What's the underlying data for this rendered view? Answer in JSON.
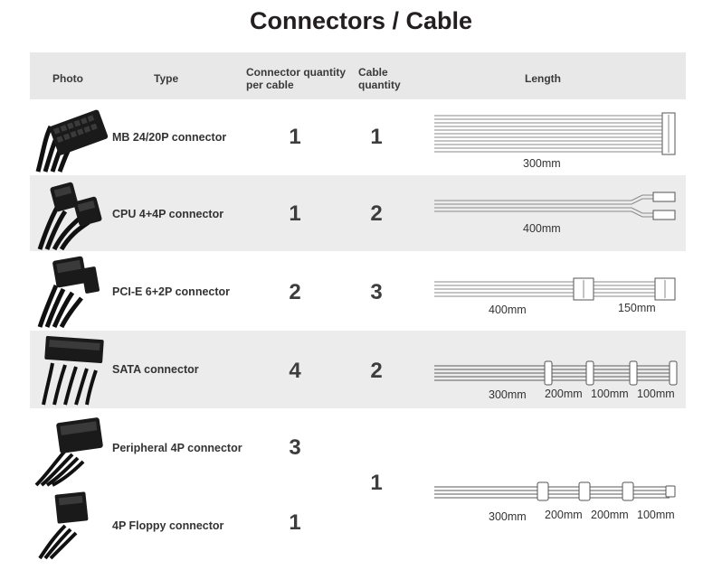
{
  "title": "Connectors / Cable",
  "headers": {
    "photo": "Photo",
    "type": "Type",
    "connector_qty_line1": "Connector quantity",
    "connector_qty_line2": "per cable",
    "cable_qty_line1": "Cable",
    "cable_qty_line2": "quantity",
    "length": "Length"
  },
  "rows": [
    {
      "type": "MB 24/20P connector",
      "connector_qty": "1",
      "cable_qty": "1",
      "lengths": [
        "300mm"
      ]
    },
    {
      "type": "CPU 4+4P connector",
      "connector_qty": "1",
      "cable_qty": "2",
      "lengths": [
        "400mm"
      ]
    },
    {
      "type": "PCI-E 6+2P connector",
      "connector_qty": "2",
      "cable_qty": "3",
      "lengths": [
        "400mm",
        "150mm"
      ]
    },
    {
      "type": "SATA connector",
      "connector_qty": "4",
      "cable_qty": "2",
      "lengths": [
        "300mm",
        "200mm",
        "100mm",
        "100mm"
      ]
    },
    {
      "type": "Peripheral 4P connector",
      "connector_qty": "3",
      "cable_qty": "1",
      "lengths": [
        "300mm",
        "200mm",
        "200mm",
        "100mm"
      ]
    },
    {
      "type": "4P Floppy connector",
      "connector_qty": "1",
      "cable_qty": "",
      "lengths": []
    }
  ],
  "colors": {
    "band": "#ececec",
    "header": "#e8e8e8",
    "wire": "#7a7a7a"
  }
}
